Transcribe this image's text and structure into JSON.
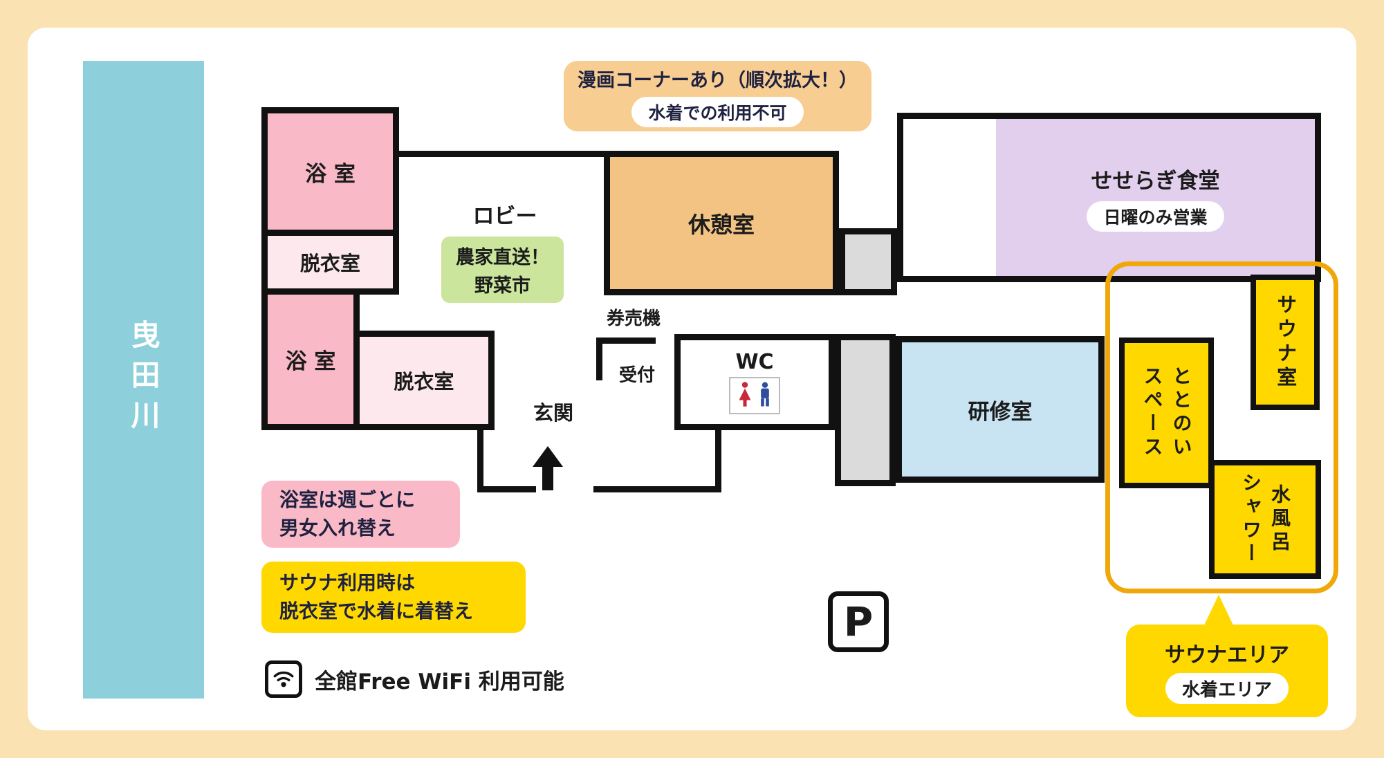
{
  "colors": {
    "background": "#FBE2B3",
    "river": "#8DCFDB",
    "bath_pink": "#F9B9C6",
    "dressing_pink": "#FDE9ED",
    "rest_orange": "#F3C383",
    "callout_orange": "#F8CD92",
    "veg_green": "#CBE69C",
    "dining_purple": "#E2CFEE",
    "training_blue": "#C8E4F2",
    "sauna_yellow": "#FFD800",
    "sauna_outline": "#F0A70A",
    "corridor_gray": "#DBDBDB",
    "wall_black": "#111111"
  },
  "river": {
    "label": "曳田川"
  },
  "top_callout": {
    "line1": "漫画コーナーあり（順次拡大！）",
    "badge": "水着での利用不可"
  },
  "rooms": {
    "bath_top": "浴 室",
    "dressing_top": "脱衣室",
    "bath_bottom": "浴 室",
    "dressing_bottom": "脱衣室",
    "lobby": "ロビー",
    "veg_market_line1": "農家直送！",
    "veg_market_line2": "野菜市",
    "rest_room": "休憩室",
    "ticket_machine": "券売機",
    "reception": "受付",
    "entrance": "玄関",
    "wc": "WC",
    "training_room": "研修室",
    "dining": "せせらぎ食堂",
    "dining_badge": "日曜のみ営業",
    "sauna_room": "サウナ室",
    "totonoi_space": "ととのい\nスペース",
    "cold_bath_shower": "水風呂\nシャワー"
  },
  "notes": {
    "bath_note_line1": "浴室は週ごとに",
    "bath_note_line2": "男女入れ替え",
    "sauna_note_line1": "サウナ利用時は",
    "sauna_note_line2": "脱衣室で水着に着替え",
    "wifi": "全館Free WiFi 利用可能"
  },
  "sauna_area": {
    "label": "サウナエリア",
    "badge": "水着エリア"
  },
  "parking": {
    "label": "P"
  }
}
